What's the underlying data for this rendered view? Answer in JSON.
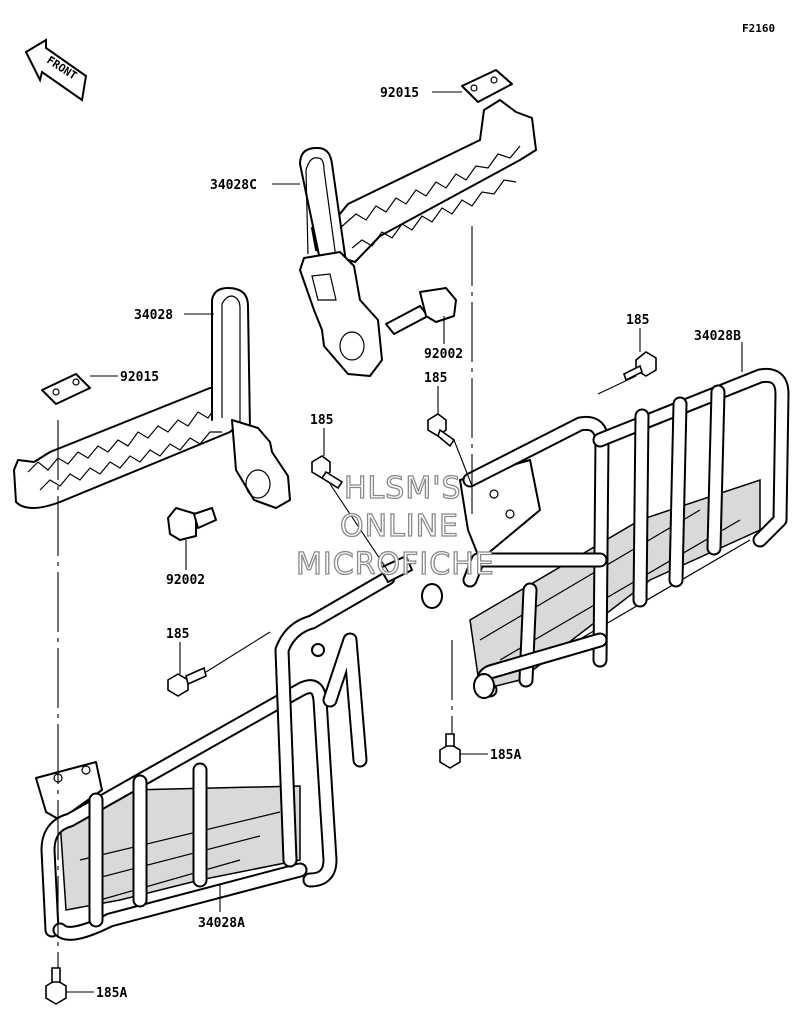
{
  "diagram_code": "F2160",
  "front_arrow": {
    "text": "FRONT",
    "icon": "front-direction-arrow-icon"
  },
  "labels": {
    "p92015_top": "92015",
    "p34028C": "34028C",
    "p34028": "34028",
    "p92015_left": "92015",
    "p92002_right": "92002",
    "p92002_left": "92002",
    "p185_top_right": "185",
    "p185_mid_right": "185",
    "p185_center": "185",
    "p185_left": "185",
    "p34028B": "34028B",
    "p185A_right": "185A",
    "p34028A": "34028A",
    "p185A_bottom": "185A"
  },
  "watermark": {
    "line1": "HLSM'S",
    "line2": "ONLINE",
    "line3": "MICROFICHE"
  }
}
